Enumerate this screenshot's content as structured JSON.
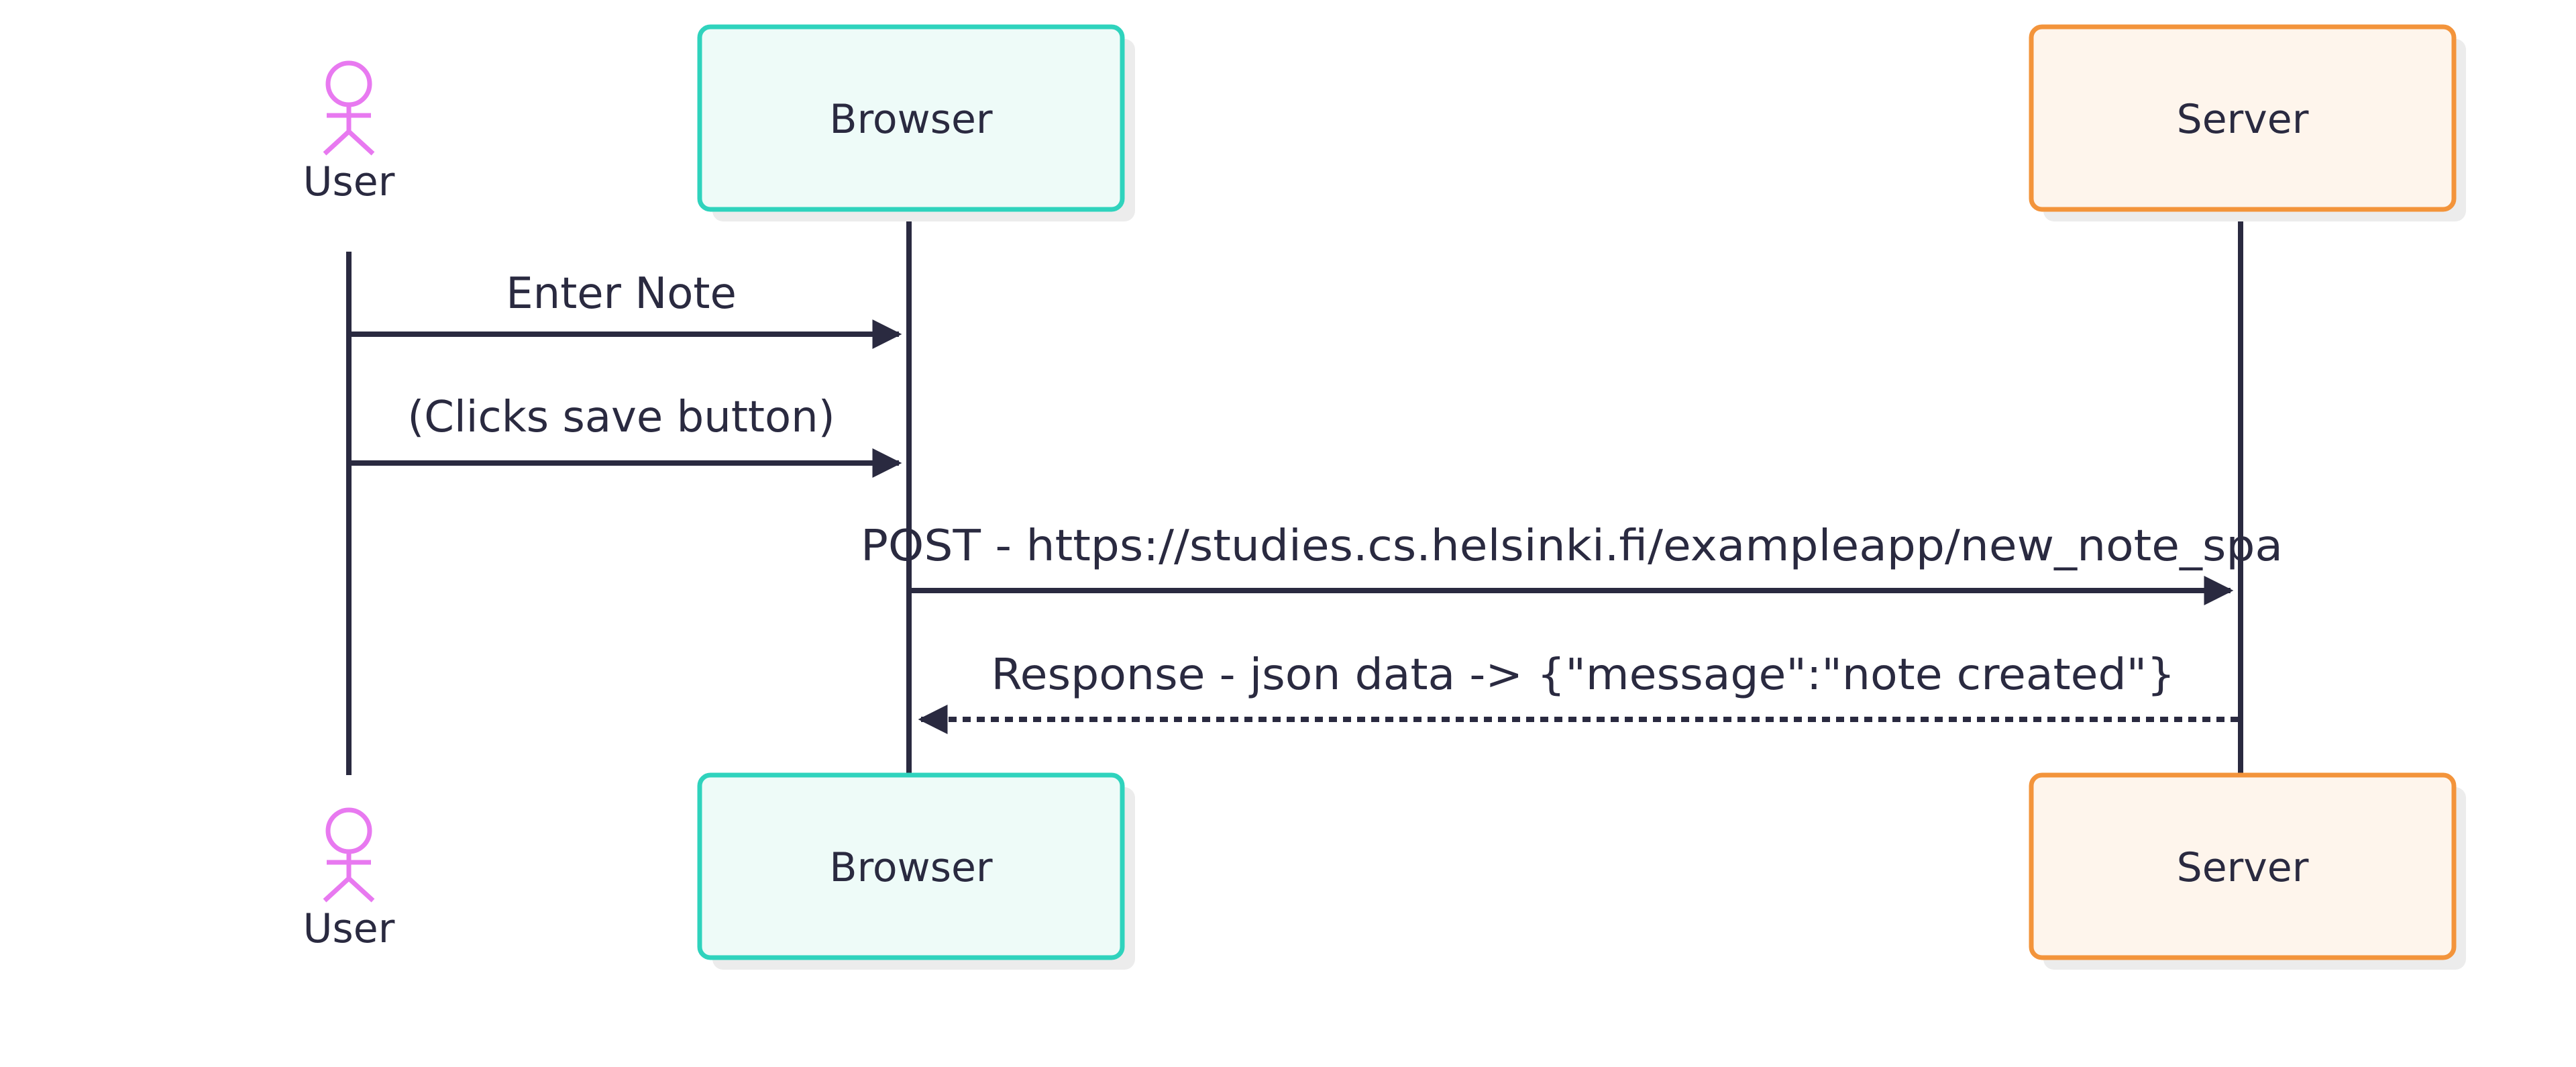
{
  "colors": {
    "line": "#2a2a40",
    "actor": "#e879f0",
    "browser_border": "#2fd3bd",
    "browser_fill": "#eefbf8",
    "server_border": "#f3943b",
    "server_fill": "#fef5ec",
    "shadow": "#ececec"
  },
  "participants": {
    "user": {
      "label": "User",
      "icon": "stick-figure-actor-icon"
    },
    "browser": {
      "label": "Browser"
    },
    "server": {
      "label": "Server"
    }
  },
  "messages": [
    {
      "from": "User",
      "to": "Browser",
      "text": "Enter Note",
      "style": "solid"
    },
    {
      "from": "User",
      "to": "Browser",
      "text": "(Clicks save button)",
      "style": "solid"
    },
    {
      "from": "Browser",
      "to": "Server",
      "text": "POST - https://studies.cs.helsinki.fi/exampleapp/new_note_spa",
      "style": "solid"
    },
    {
      "from": "Server",
      "to": "Browser",
      "text": "Response - json data -> {\"message\":\"note created\"}",
      "style": "dashed"
    }
  ]
}
